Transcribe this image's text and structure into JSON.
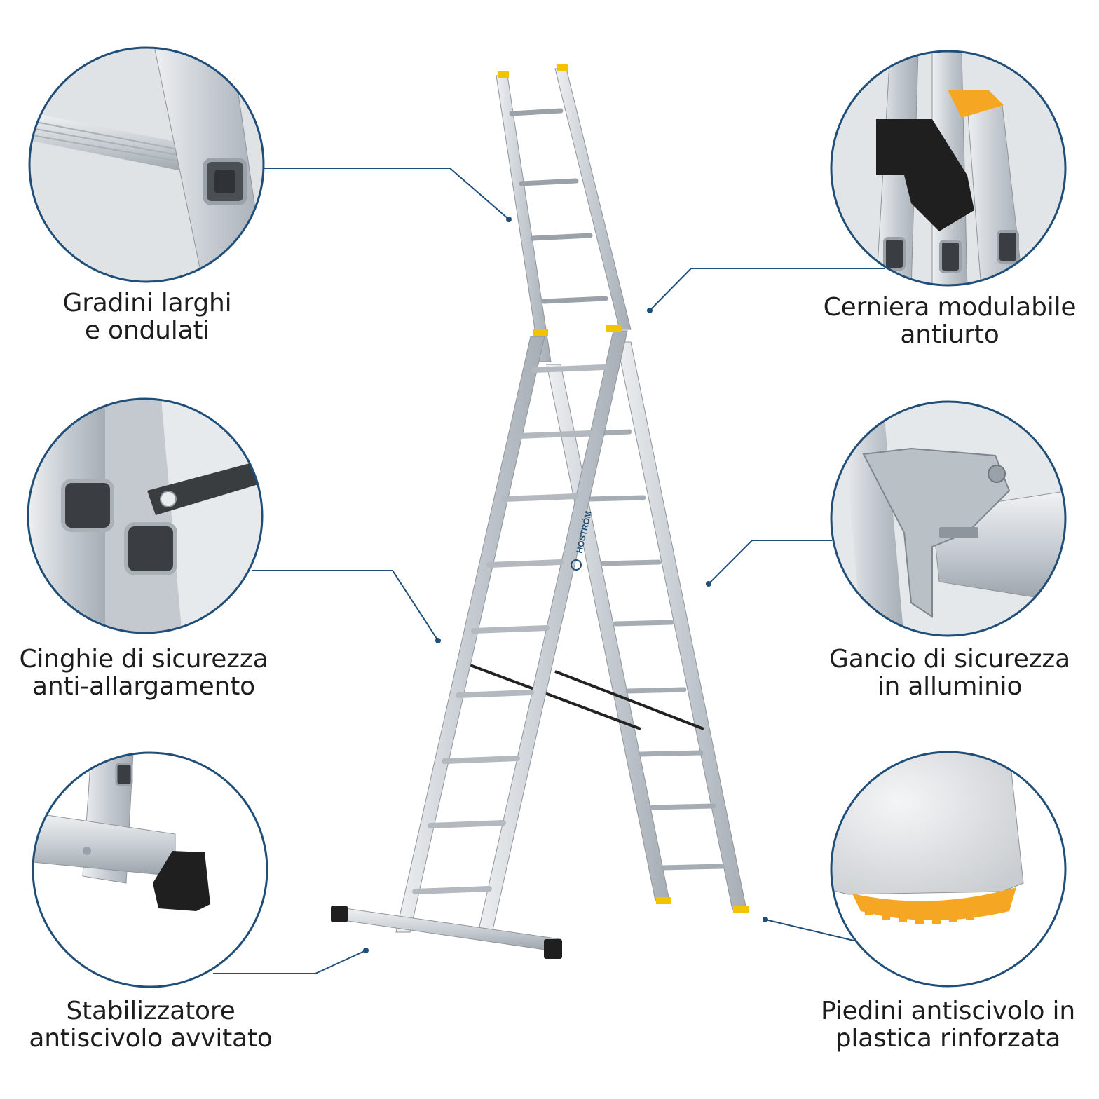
{
  "colors": {
    "accent": "#1f4e79",
    "aluminium": "#c9ced3",
    "yellow": "#f2c400",
    "orange": "#f5a623",
    "rubber": "#1f1f1f",
    "text": "#1d1d1d"
  },
  "brand": {
    "logo_text": "HOSTRÖM"
  },
  "features": [
    {
      "icon": "wide-ribbed-rung-icon",
      "line1": "Gradini larghi",
      "line2": "e ondulati"
    },
    {
      "icon": "hinge-icon",
      "line1": "Cerniera modulabile",
      "line2": "antiurto"
    },
    {
      "icon": "safety-strap-icon",
      "line1": "Cinghie di sicurezza",
      "line2": "anti-allargamento"
    },
    {
      "icon": "safety-hook-icon",
      "line1": "Gancio di sicurezza",
      "line2": "in alluminio"
    },
    {
      "icon": "stabilizer-bar-icon",
      "line1": "Stabilizzatore",
      "line2": "antiscivolo avvitato"
    },
    {
      "icon": "anti-slip-foot-icon",
      "line1": "Piedini antiscivolo in",
      "line2": "plastica rinforzata"
    }
  ]
}
